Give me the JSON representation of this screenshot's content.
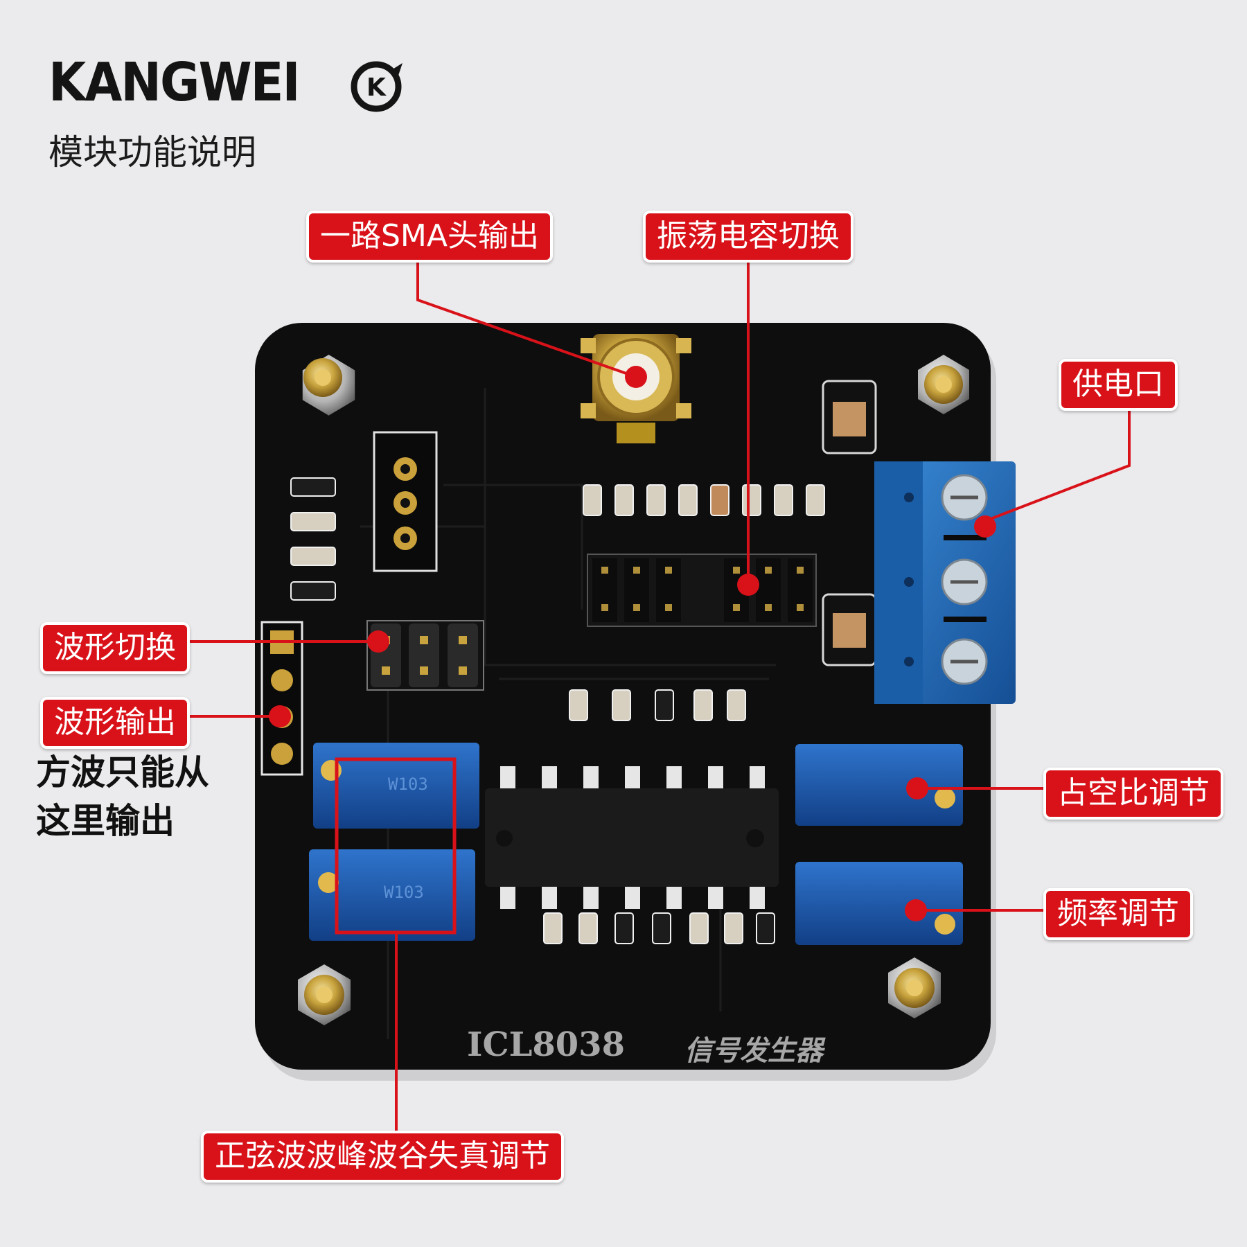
{
  "brand": {
    "name": "KANGWEI",
    "logo_mark": "K"
  },
  "subtitle": "模块功能说明",
  "callouts": {
    "sma_output": "一路SMA头输出",
    "capacitor_switch": "振荡电容切换",
    "power_port": "供电口",
    "waveform_switch": "波形切换",
    "waveform_output": "波形输出",
    "duty_cycle": "占空比调节",
    "frequency": "频率调节",
    "sine_distortion": "正弦波波峰波谷失真调节"
  },
  "note": {
    "line1": "方波只能从",
    "line2": "这里输出"
  },
  "board": {
    "chip_label": "ICL8038",
    "board_title": "信号发生器"
  },
  "colors": {
    "callout_red": "#d9121a",
    "pcb_black": "#0e0e0e",
    "terminal_blue": "#1f6fb8",
    "potentiometer_blue": "#1c5cb0",
    "gold": "#c9a43e"
  }
}
